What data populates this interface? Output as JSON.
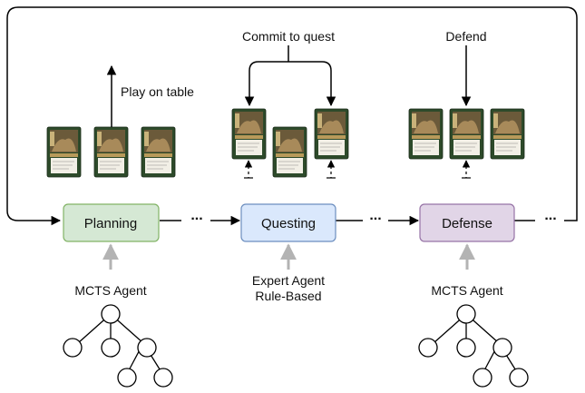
{
  "labels": {
    "play_on_table": "Play on table",
    "commit_to_quest": "Commit to quest",
    "defend": "Defend"
  },
  "phases": [
    {
      "name": "Planning",
      "fill": "#d5e8d4",
      "stroke": "#82b366"
    },
    {
      "name": "Questing",
      "fill": "#dae8fc",
      "stroke": "#6c8ebf"
    },
    {
      "name": "Defense",
      "fill": "#e1d5e7",
      "stroke": "#9673a6"
    }
  ],
  "ellipsis": "...",
  "agents": {
    "planning": [
      "MCTS Agent"
    ],
    "questing": [
      "Expert Agent",
      "Rule-Based"
    ],
    "defense": [
      "MCTS Agent"
    ]
  },
  "colors": {
    "loop_line": "#000000",
    "agent_arrow": "#b3b3b3",
    "card_dark": "#2d4a2a",
    "card_text": "#f2efe6"
  },
  "card_icons": "card-icon"
}
